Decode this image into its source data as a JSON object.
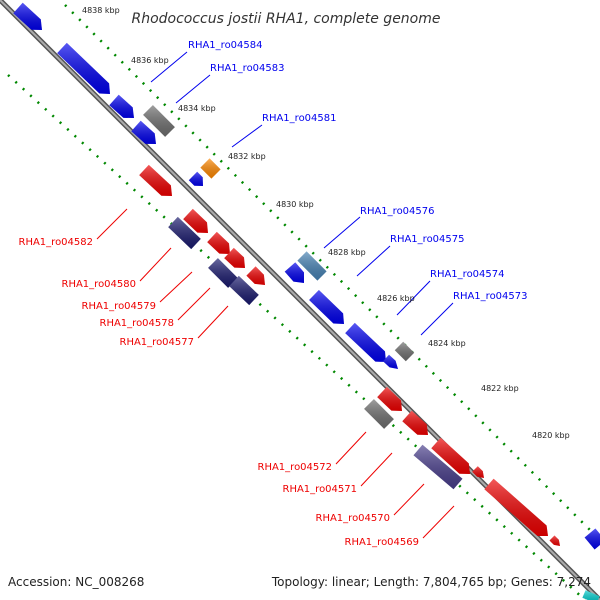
{
  "title": "Rhodococcus jostii RHA1, complete genome",
  "accession": "Accession: NC_008268",
  "topology": "Topology: linear; Length: 7,804,765 bp; Genes: 7,274",
  "colors": {
    "forward": "#0000ee",
    "reverse": "#ee0000",
    "navy": "#1a1a6e",
    "grey": "#6e6e6e",
    "orange": "#ff8800",
    "steelblue": "#4682b4",
    "slateblue": "#483d8b",
    "cyan": "#00cccc",
    "backbone": "#888888",
    "tick": "#008800"
  },
  "kbp_ticks": [
    {
      "label": "4838 kbp"
    },
    {
      "label": "4836 kbp"
    },
    {
      "label": "4834 kbp"
    },
    {
      "label": "4832 kbp"
    },
    {
      "label": "4830 kbp"
    },
    {
      "label": "4828 kbp"
    },
    {
      "label": "4826 kbp"
    },
    {
      "label": "4824 kbp"
    },
    {
      "label": "4822 kbp"
    },
    {
      "label": "4820 kbp"
    }
  ],
  "gene_labels": [
    {
      "id": "RHA1_ro04584",
      "strand": "forward"
    },
    {
      "id": "RHA1_ro04583",
      "strand": "forward"
    },
    {
      "id": "RHA1_ro04581",
      "strand": "forward"
    },
    {
      "id": "RHA1_ro04576",
      "strand": "forward"
    },
    {
      "id": "RHA1_ro04575",
      "strand": "forward"
    },
    {
      "id": "RHA1_ro04574",
      "strand": "forward"
    },
    {
      "id": "RHA1_ro04573",
      "strand": "forward"
    },
    {
      "id": "RHA1_ro04582",
      "strand": "reverse"
    },
    {
      "id": "RHA1_ro04580",
      "strand": "reverse"
    },
    {
      "id": "RHA1_ro04579",
      "strand": "reverse"
    },
    {
      "id": "RHA1_ro04578",
      "strand": "reverse"
    },
    {
      "id": "RHA1_ro04577",
      "strand": "reverse"
    },
    {
      "id": "RHA1_ro04572",
      "strand": "reverse"
    },
    {
      "id": "RHA1_ro04571",
      "strand": "reverse"
    },
    {
      "id": "RHA1_ro04570",
      "strand": "reverse"
    },
    {
      "id": "RHA1_ro04569",
      "strand": "reverse"
    }
  ]
}
